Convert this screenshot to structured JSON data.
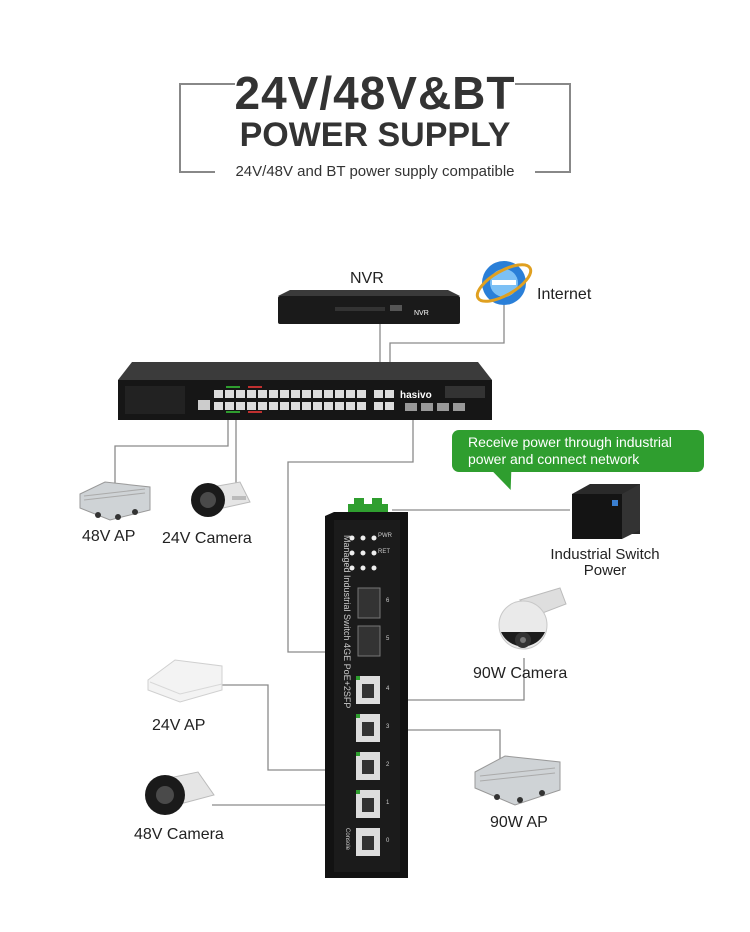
{
  "header": {
    "title_line1": "24V/48V&BT",
    "title_line2": "POWER SUPPLY",
    "subtitle": "24V/48V and BT power supply compatible"
  },
  "devices": {
    "nvr": "NVR",
    "internet": "Internet",
    "ap_48v": "48V AP",
    "camera_24v": "24V Camera",
    "ap_24v": "24V AP",
    "camera_48v": "48V Camera",
    "camera_90w": "90W  Camera",
    "ap_90w": "90W AP",
    "industrial_power_line1": "Industrial Switch",
    "industrial_power_line2": "Power"
  },
  "callout": {
    "line1": "Receive power  through industrial",
    "line2": "power and connect network"
  },
  "switch": {
    "brand": "hasivo",
    "nvr_badge": "NVR",
    "industrial_label": "Managed Industrial Switch  4GE PoE+2SFP",
    "pwr": "PWR",
    "ret": "RET",
    "port_labels": [
      "6",
      "5",
      "4",
      "3",
      "2",
      "1",
      "0"
    ],
    "console": "Console"
  },
  "colors": {
    "accent_green": "#2f9e2f",
    "device_dark": "#1c1c1c",
    "line": "#8a8a8a"
  }
}
